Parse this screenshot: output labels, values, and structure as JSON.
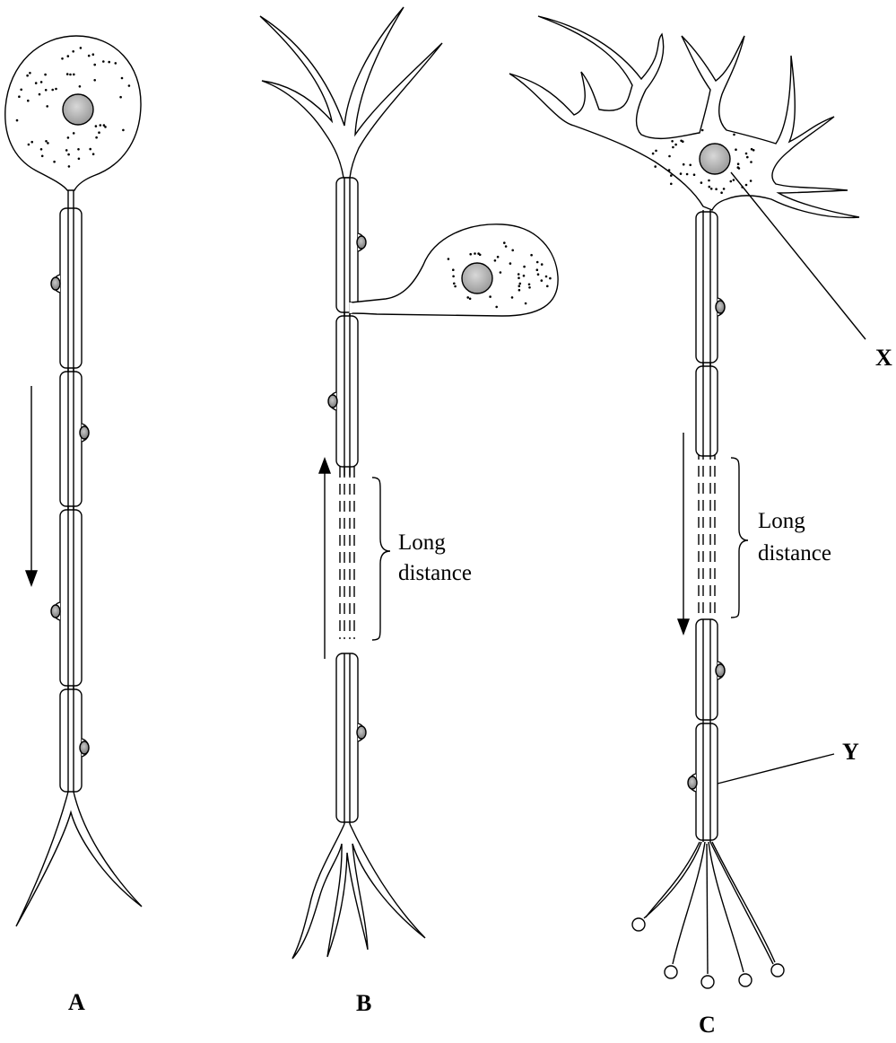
{
  "diagram": {
    "neurons": [
      {
        "label": "A",
        "arrow_direction": "down"
      },
      {
        "label": "B",
        "arrow_direction": "up",
        "gap_label_line1": "Long",
        "gap_label_line2": "distance"
      },
      {
        "label": "C",
        "arrow_direction": "down",
        "gap_label_line1": "Long",
        "gap_label_line2": "distance"
      }
    ],
    "callouts": {
      "x": "X",
      "y": "Y"
    },
    "colors": {
      "ink": "#000000",
      "nucleus": "#bdbdbd",
      "background": "#ffffff"
    }
  }
}
